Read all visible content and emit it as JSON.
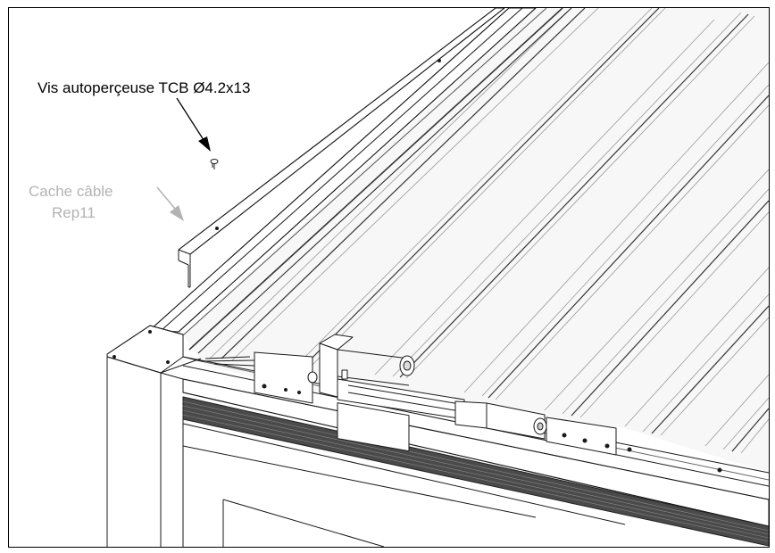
{
  "callouts": {
    "screw": {
      "text": "Vis autoperçeuse TCB Ø4.2x13",
      "color": "#000000"
    },
    "cable_cover": {
      "line1": "Cache câble",
      "line2": "Rep11",
      "color": "#b3b3b3"
    }
  },
  "colors": {
    "line": "#1a1a1a",
    "panel_dark": "#444444",
    "panel_light": "#f2f2f2",
    "arrow_grey": "#b3b3b3"
  }
}
